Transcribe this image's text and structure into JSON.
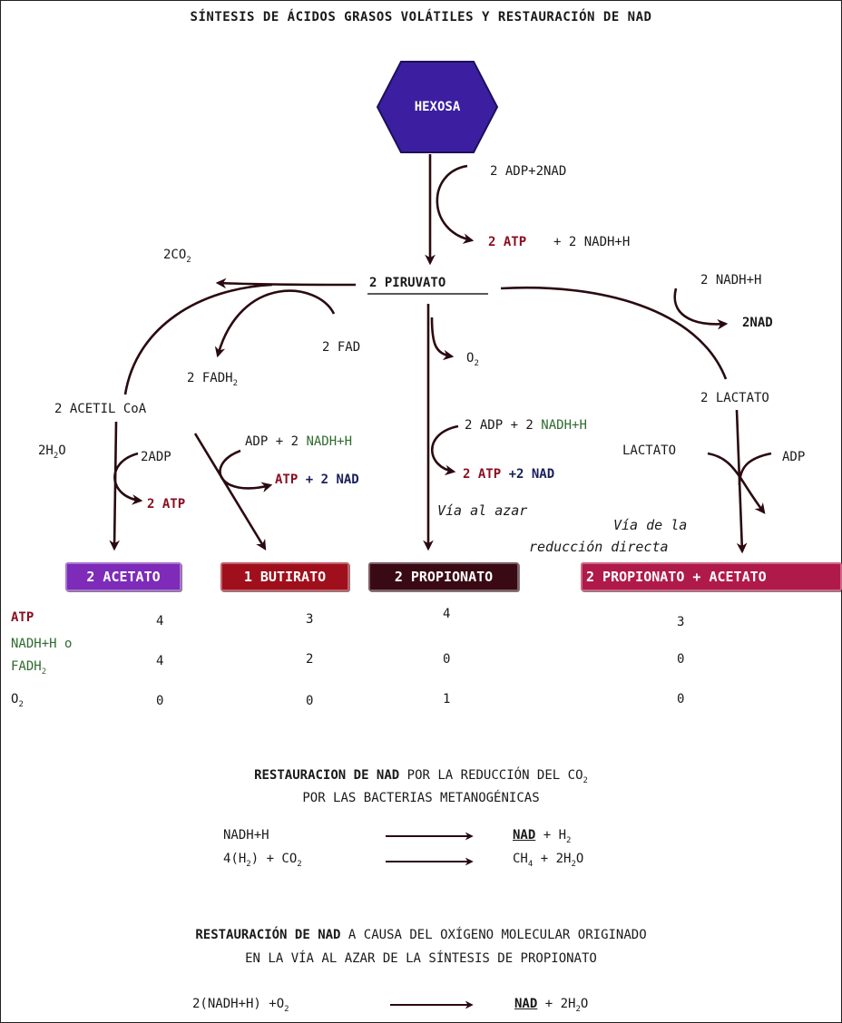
{
  "title": "SÍNTESIS DE ÁCIDOS GRASOS VOLÁTILES Y RESTAURACIÓN DE NAD",
  "colors": {
    "hexosa": "#3b1fa0",
    "acetato": "#7d2bb8",
    "butirato": "#a0101c",
    "propionato": "#3a0a14",
    "propionato_acetato": "#b01a4a",
    "arrow": "#2a0a10",
    "maroon": "#8a0e1f",
    "green": "#2f6b2f"
  },
  "hexosa": "HEXOSA",
  "glycolysis": {
    "in": "2 ADP+2NAD",
    "out_atp": "2 ATP",
    "out_rest": "+ 2 NADH+H"
  },
  "piruvato": "2 PIRUVATO",
  "left": {
    "co2": "2CO",
    "co2_sub": "2",
    "fad": "2 FAD",
    "fadh": "2 FADH",
    "fadh_sub": "2",
    "acetil": "2 ACETIL CoA",
    "h2o_a": "2H",
    "h2o_sub": "2",
    "h2o_b": "O",
    "adp": "2ADP",
    "atp": "2 ATP",
    "but_in_a": "ADP + 2 ",
    "but_in_b": "NADH+H",
    "but_out_a": "ATP",
    "but_out_b": "+ 2 NAD"
  },
  "middle": {
    "o2": "O",
    "o2_sub": "2",
    "in_a": "2 ADP + 2 ",
    "in_b": "NADH+H",
    "out_a": "2 ATP",
    "out_b": "+2 NAD",
    "via": "Vía al azar"
  },
  "right": {
    "nadh": "2 NADH+H",
    "nad": "2NAD",
    "lactato2": "2 LACTATO",
    "lactato": "LACTATO",
    "adp": "ADP",
    "via1": "Vía de la",
    "via2": "reducción directa"
  },
  "products": [
    "2 ACETATO",
    "1 BUTIRATO",
    "2 PROPIONATO",
    "2 PROPIONATO + ACETATO"
  ],
  "table": {
    "rows": [
      {
        "label": "ATP",
        "label2": "",
        "label2_sub": "",
        "values": [
          "4",
          "3",
          "4",
          "3"
        ]
      },
      {
        "label": "NADH+H o",
        "label2": "FADH",
        "label2_sub": "2",
        "values": [
          "4",
          "2",
          "0",
          "0"
        ]
      },
      {
        "label": "O",
        "label2": "",
        "label2_sub": "2",
        "values": [
          "0",
          "0",
          "1",
          "0"
        ]
      }
    ]
  },
  "section1": {
    "heading_bold": "RESTAURACION DE NAD",
    "heading_rest": " POR LA REDUCCIÓN DEL CO",
    "heading_sub": "2",
    "heading_line2": "POR LAS BACTERIAS METANOGÉNICAS",
    "r1_left": "NADH+H",
    "r1_right_bold": "NAD",
    "r1_right_rest": " + H",
    "r1_right_sub": "2",
    "r2_left_a": "4(H",
    "r2_left_sub1": "2",
    "r2_left_b": ")  + CO",
    "r2_left_sub2": "2",
    "r2_right_a": "CH",
    "r2_right_sub1": "4",
    "r2_right_b": " + 2H",
    "r2_right_sub2": "2",
    "r2_right_c": "O"
  },
  "section2": {
    "heading_bold": "RESTAURACIÓN DE NAD",
    "heading_rest": " A CAUSA DEL OXÍGENO MOLECULAR ORIGINADO",
    "heading_line2": "EN LA VÍA  AL AZAR DE LA SÍNTESIS DE PROPIONATO",
    "r_left_a": "2(NADH+H)  +O",
    "r_left_sub": "2",
    "r_right_bold": "NAD",
    "r_right_rest": " + 2H",
    "r_right_sub": "2",
    "r_right_c": "O"
  }
}
